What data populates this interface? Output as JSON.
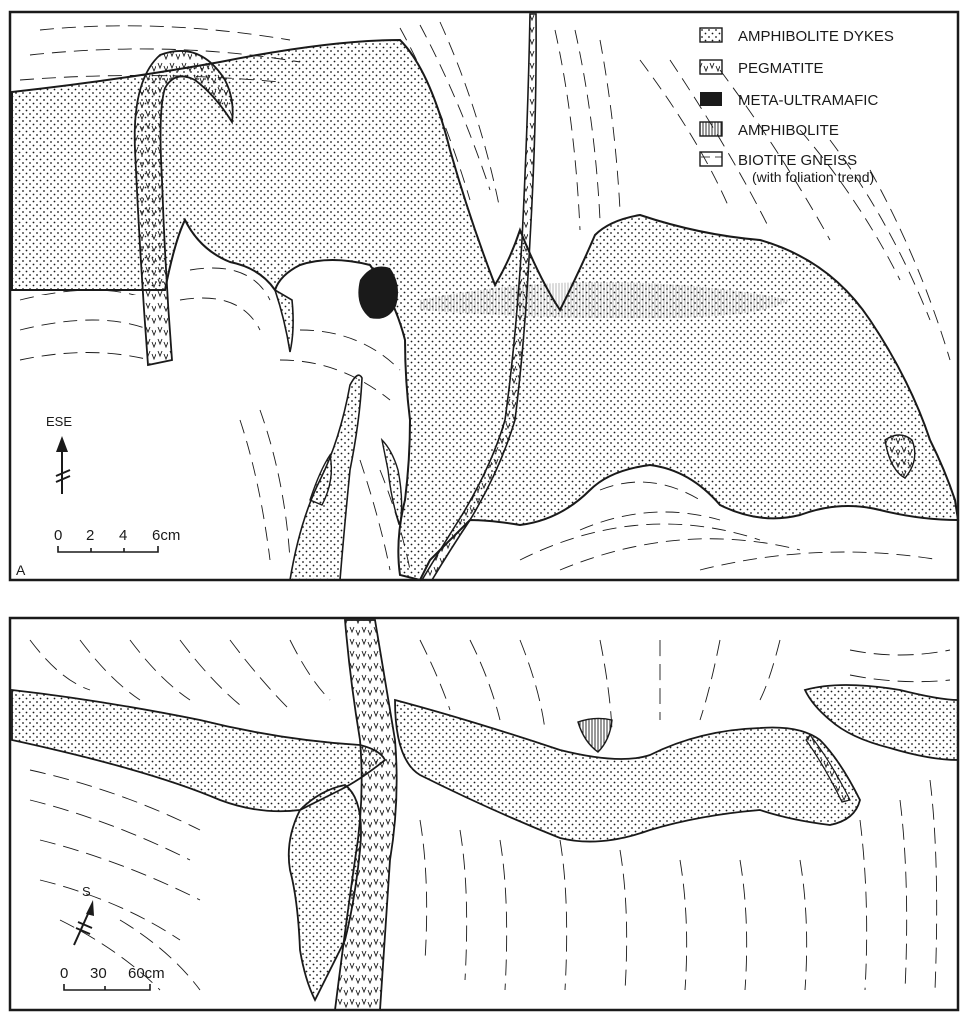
{
  "legend": {
    "items": [
      {
        "key": "amphibolite-dykes",
        "label": "AMPHIBOLITE DYKES",
        "pattern": "dots"
      },
      {
        "key": "pegmatite",
        "label": "PEGMATITE",
        "pattern": "vv"
      },
      {
        "key": "meta-ultramafic",
        "label": "META-ULTRAMAFIC",
        "pattern": "solid"
      },
      {
        "key": "amphibolite",
        "label": "AMPHIBOLITE",
        "pattern": "vertical-lines"
      },
      {
        "key": "biotite-gneiss",
        "label": "BIOTITE GNEISS",
        "pattern": "dashes"
      }
    ],
    "biotite_note": "(with foliation trend)"
  },
  "panel_a": {
    "panel_label": "A",
    "north_arrow": "ESE",
    "scale": {
      "ticks": [
        "0",
        "2",
        "4",
        "6cm"
      ]
    }
  },
  "panel_b": {
    "north_arrow": "S",
    "scale": {
      "ticks": [
        "0",
        "30",
        "60cm"
      ]
    }
  },
  "colors": {
    "ink": "#1a1a1a",
    "paper": "#ffffff"
  }
}
